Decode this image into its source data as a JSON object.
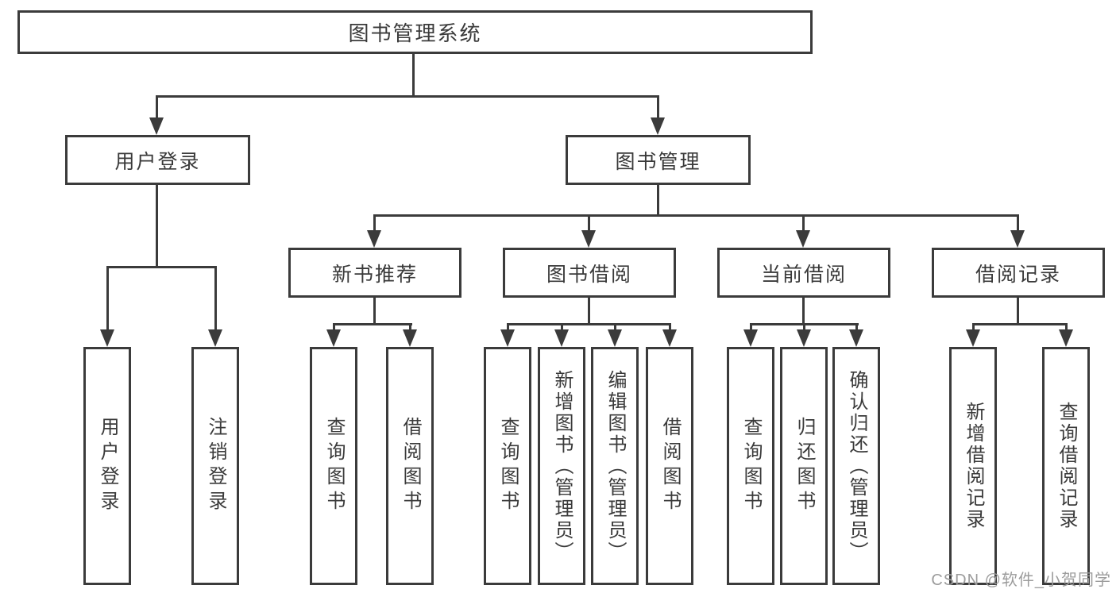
{
  "colors": {
    "line": "#3b3b3b",
    "text": "#3a3a3a",
    "watermark": "#9c9c9c",
    "background": "#ffffff"
  },
  "watermark": {
    "text": "CSDN @软件_小贺同学"
  },
  "tree": {
    "root": {
      "label": "图书管理系统",
      "children": [
        {
          "label": "用户登录",
          "children": [
            {
              "label": "用户登录"
            },
            {
              "label": "注销登录"
            }
          ]
        },
        {
          "label": "图书管理",
          "children": [
            {
              "label": "新书推荐",
              "children": [
                {
                  "label": "查询图书"
                },
                {
                  "label": "借阅图书"
                }
              ]
            },
            {
              "label": "图书借阅",
              "children": [
                {
                  "label": "查询图书"
                },
                {
                  "label": "新增图书（管理员）"
                },
                {
                  "label": "编辑图书（管理员）"
                },
                {
                  "label": "借阅图书"
                }
              ]
            },
            {
              "label": "当前借阅",
              "children": [
                {
                  "label": "查询图书"
                },
                {
                  "label": "归还图书"
                },
                {
                  "label": "确认归还（管理员）"
                }
              ]
            },
            {
              "label": "借阅记录",
              "children": [
                {
                  "label": "新增借阅记录"
                },
                {
                  "label": "查询借阅记录"
                }
              ]
            }
          ]
        }
      ]
    }
  }
}
